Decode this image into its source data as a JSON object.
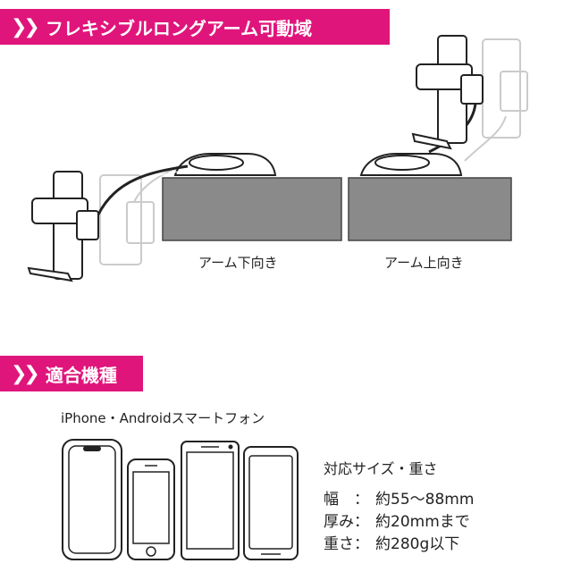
{
  "sections": {
    "flexible_arm": {
      "title": "フレキシブルロングアーム可動域",
      "chevron_icon": "double-chevron-right-icon",
      "captions": {
        "arm_down": "アーム下向き",
        "arm_up": "アーム上向き"
      }
    },
    "compatible": {
      "title": "適合機種",
      "chevron_icon": "double-chevron-right-icon",
      "devices_label": "iPhone・Androidスマートフォン",
      "specs": {
        "title": "対応サイズ・重さ",
        "width": {
          "label": "幅　：",
          "value": "約55〜88mm"
        },
        "thickness": {
          "label": "厚み：",
          "value": "約20mmまで"
        },
        "weight": {
          "label": "重さ：",
          "value": "約280g以下"
        }
      }
    }
  },
  "colors": {
    "accent": "#e0157b",
    "table": "#8a8a8a"
  }
}
